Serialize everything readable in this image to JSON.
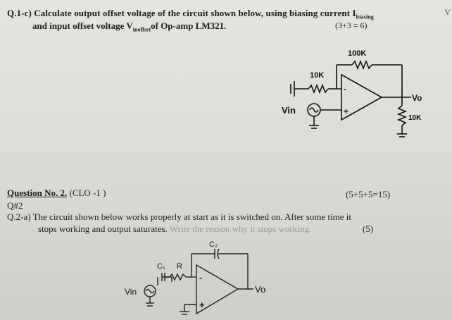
{
  "question1": {
    "line1": "Q.1-c) Calculate output offset voltage of the circuit shown below, using biasing current I",
    "line1_sub": "biasing",
    "line2_pre": "and input offset voltage V",
    "line2_sub": "inoffset",
    "line2_post": "of Op-amp LM321.",
    "marks": "(3+3 = 6)",
    "circuit": {
      "feedback_resistor": "100K",
      "input_resistor": "10K",
      "source_label": "Vin",
      "output_label": "Vo",
      "load_resistor": "10K",
      "inverting_sign": "-",
      "noninverting_sign": "+"
    }
  },
  "question2": {
    "heading": "Question No. 2.",
    "clo": "(CLO -1 )",
    "marks": "(5+5+5=15)",
    "tag": "Q#2",
    "part_a_line1": "Q.2-a) The circuit shown below works properly at start as it is switched on. After some time it",
    "part_a_line2_dark": "stops working and output saturates.",
    "part_a_line2_faint": " Write the reason why it stops working.",
    "part_a_marks": "(5)",
    "circuit": {
      "capacitor_c2": "C₂",
      "capacitor_c1": "C₁",
      "resistor": "R",
      "source_label": "Vin",
      "output_label": "Vo",
      "inverting_sign": "-",
      "noninverting_sign": "+"
    }
  },
  "edge_text": "V"
}
